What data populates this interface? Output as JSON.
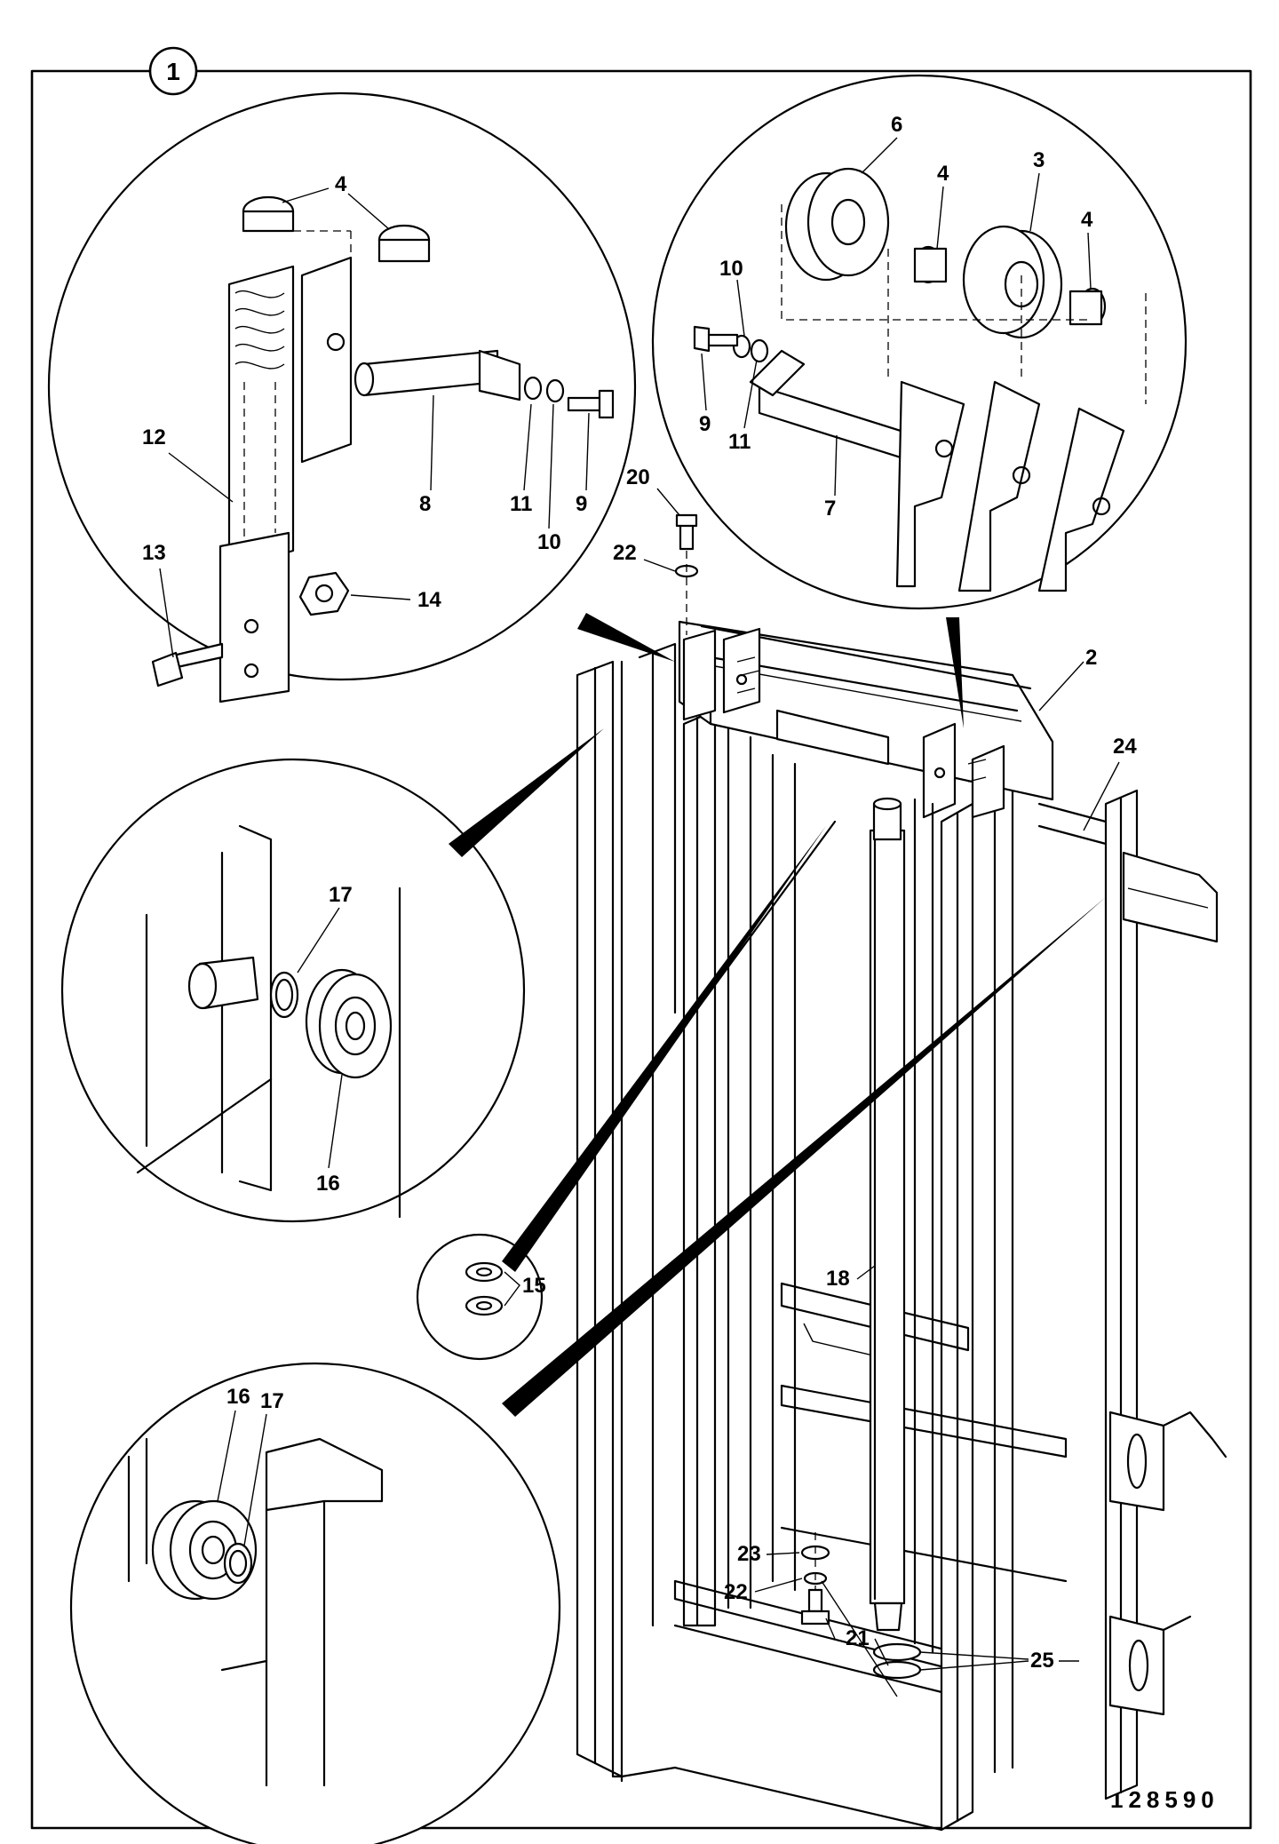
{
  "sheet": {
    "figure_number": "1",
    "drawing_code": "128590"
  },
  "callouts": {
    "top_left_detail": [
      "4",
      "12",
      "8",
      "11",
      "10",
      "9",
      "13",
      "14"
    ],
    "top_right_detail": [
      "6",
      "4",
      "3",
      "4",
      "10",
      "9",
      "11",
      "7"
    ],
    "mid_left_detail": [
      "17",
      "16"
    ],
    "small_detail": [
      "15"
    ],
    "bottom_left_detail": [
      "16",
      "17"
    ],
    "main_assembly": [
      "20",
      "22",
      "2",
      "24",
      "18",
      "23",
      "22",
      "21",
      "25"
    ]
  }
}
